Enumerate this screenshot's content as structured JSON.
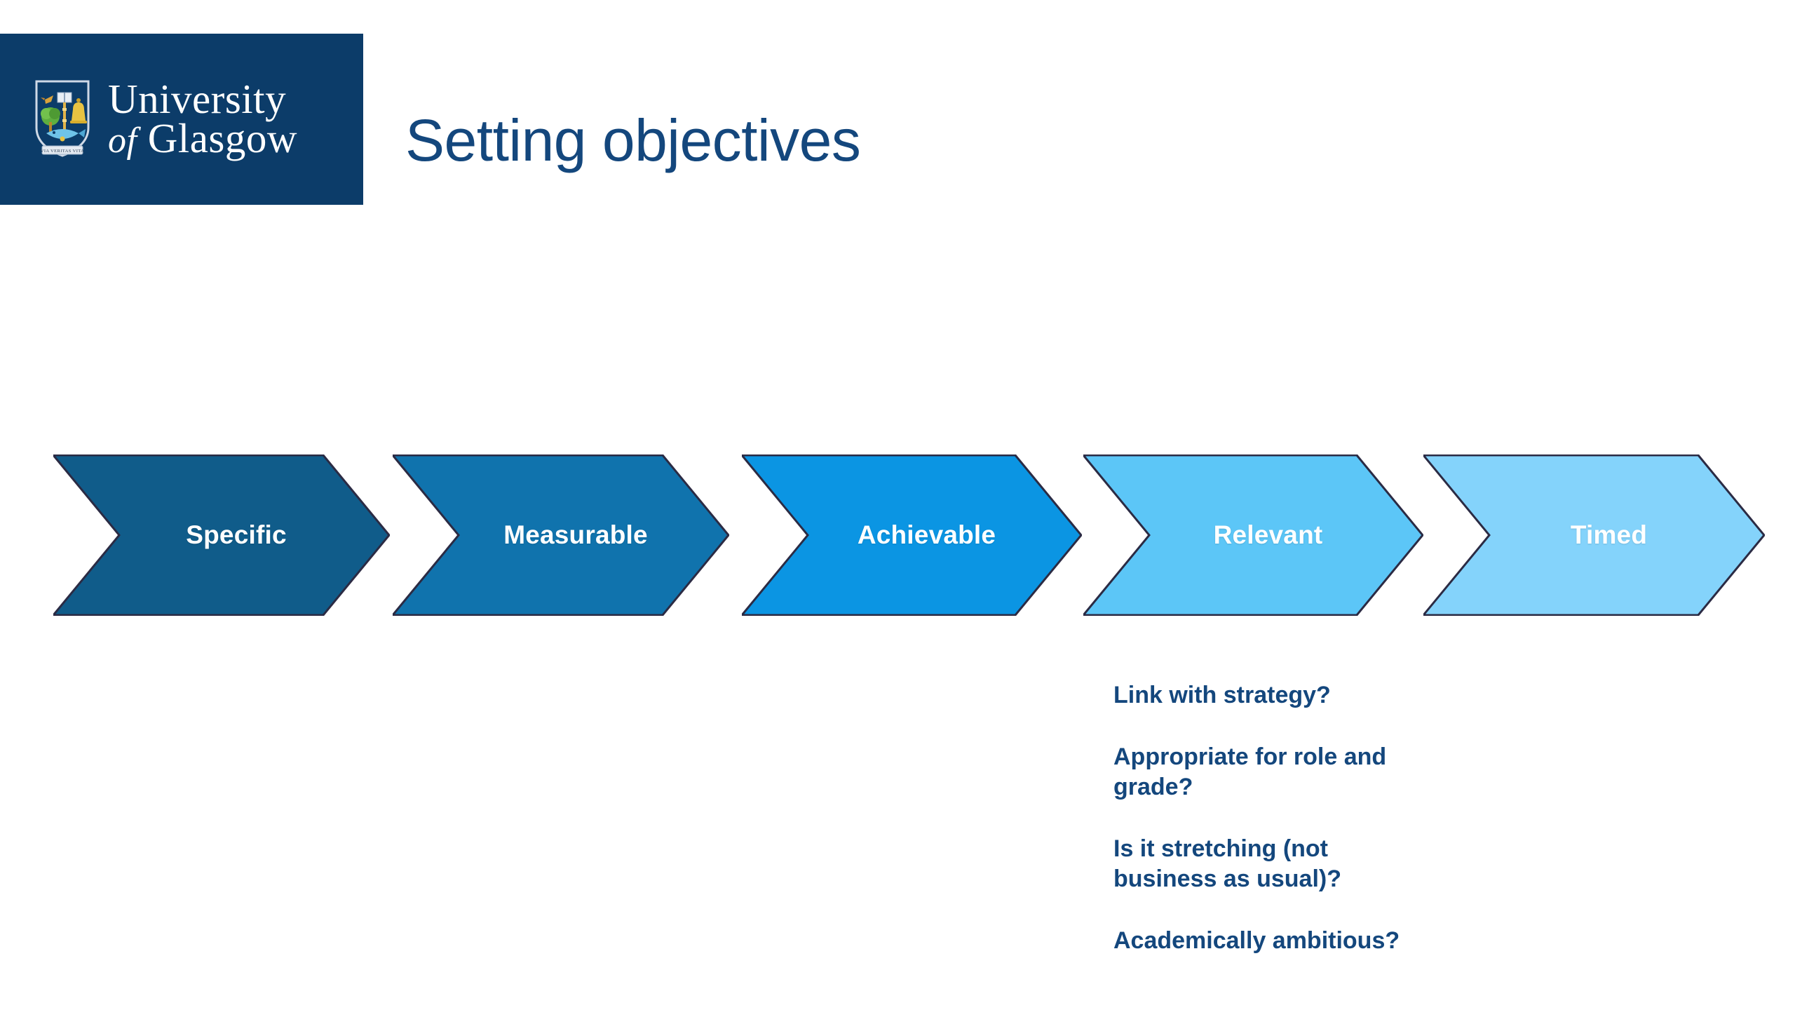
{
  "slide": {
    "title": "Setting objectives",
    "background_color": "#ffffff"
  },
  "branding": {
    "banner_color": "#0c3c69",
    "wordmark_line1": "University",
    "wordmark_of": "of",
    "wordmark_line2": "Glasgow",
    "crest_motto": "VIA VERITAS VITA",
    "title_color": "#14477d"
  },
  "process": {
    "type": "chevron-process",
    "steps": [
      {
        "label": "Specific",
        "color": "#105c8a",
        "order": 1
      },
      {
        "label": "Measurable",
        "color": "#1073ad",
        "order": 2
      },
      {
        "label": "Achievable",
        "color": "#0b95e3",
        "order": 3
      },
      {
        "label": "Relevant",
        "color": "#5cc6f7",
        "order": 4
      },
      {
        "label": "Timed",
        "color": "#84d3fb",
        "order": 5
      }
    ],
    "outline_color": "#2b2b44"
  },
  "notes": {
    "text_color": "#14477d",
    "items": [
      "Link with strategy?",
      "Appropriate for role and grade?",
      "Is it stretching (not business as usual)?",
      "Academically ambitious?"
    ]
  }
}
